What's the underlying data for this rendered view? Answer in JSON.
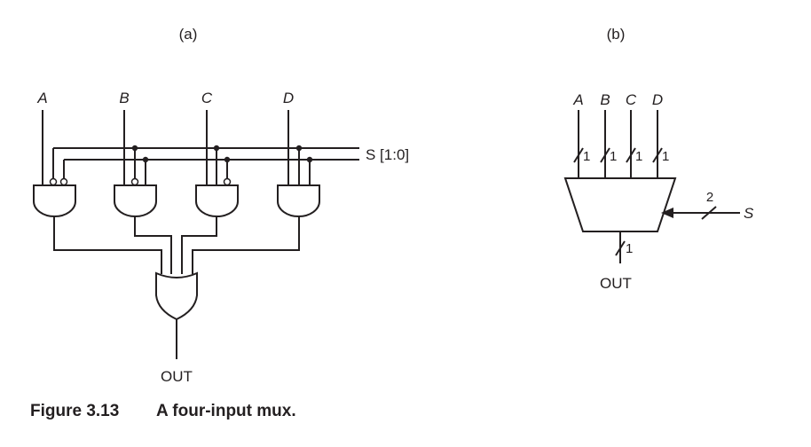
{
  "panel_a": {
    "label": "(a)",
    "inputs": [
      "A",
      "B",
      "C",
      "D"
    ],
    "select_label": "S [1:0]",
    "output_label": "OUT"
  },
  "panel_b": {
    "label": "(b)",
    "inputs": [
      "A",
      "B",
      "C",
      "D"
    ],
    "input_widths": [
      "1",
      "1",
      "1",
      "1"
    ],
    "select_width": "2",
    "select_label": "S",
    "output_width": "1",
    "output_label": "OUT"
  },
  "caption": {
    "number": "Figure 3.13",
    "title": "A four-input mux."
  }
}
